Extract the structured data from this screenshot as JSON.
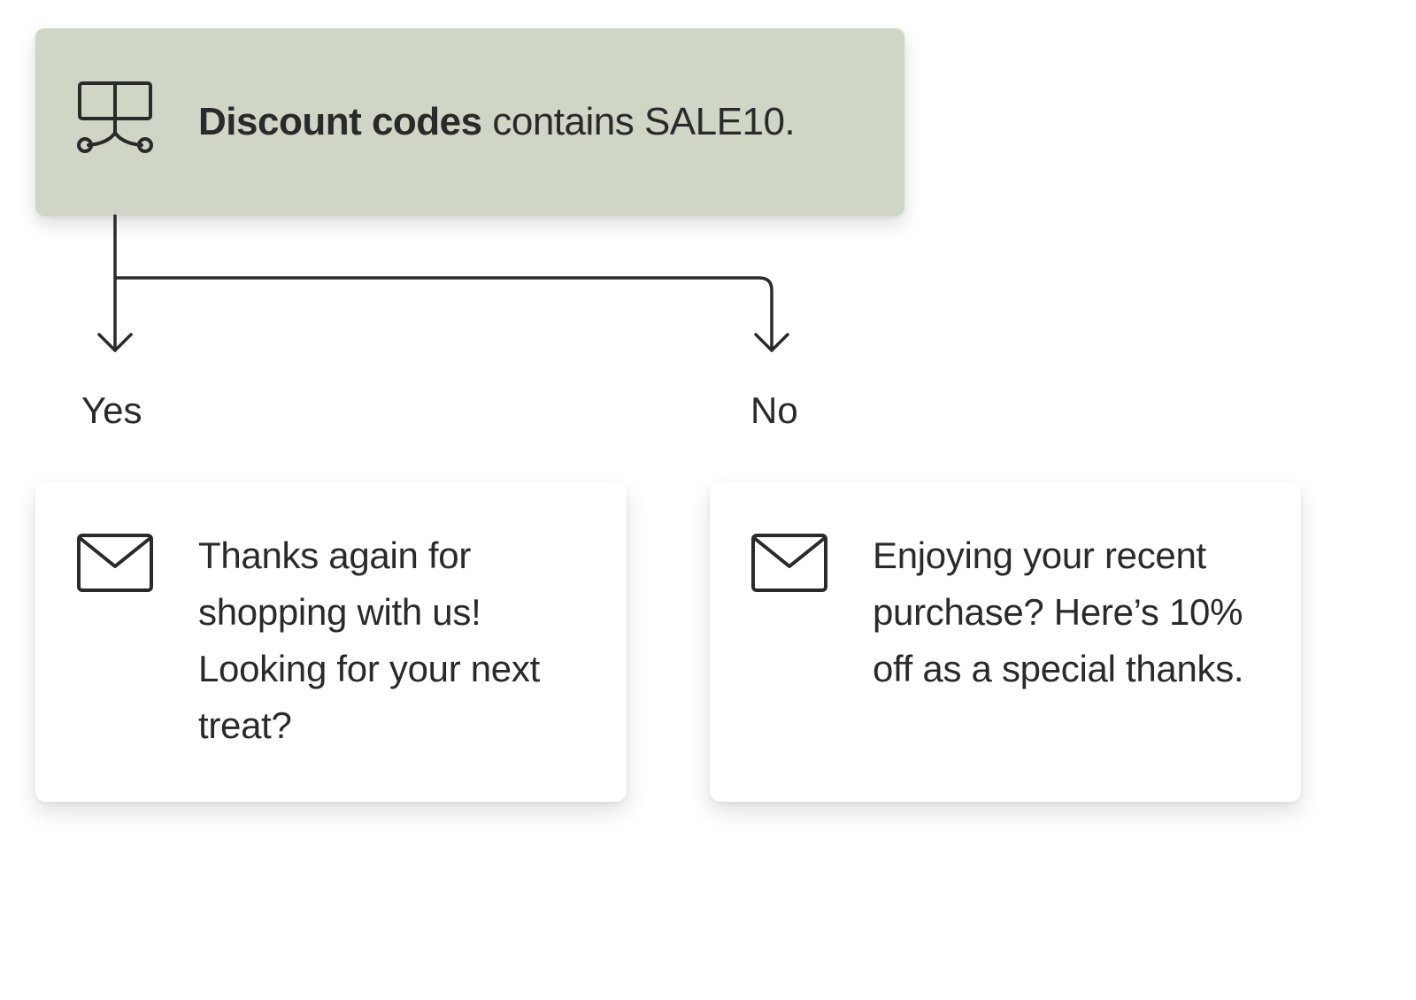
{
  "condition": {
    "icon": "conditional-split-icon",
    "field": "Discount codes",
    "rest": " contains SALE10."
  },
  "branches": {
    "yes": {
      "label": "Yes",
      "icon": "envelope-icon",
      "message": "Thanks again for shopping with us! Looking for your next treat?"
    },
    "no": {
      "label": "No",
      "icon": "envelope-icon",
      "message": "Enjoying your recent purchase? Here’s 10% off as a special thanks."
    }
  },
  "colors": {
    "condition_bg": "#d0d6c6",
    "card_bg": "#ffffff",
    "stroke": "#2a2a2a"
  }
}
